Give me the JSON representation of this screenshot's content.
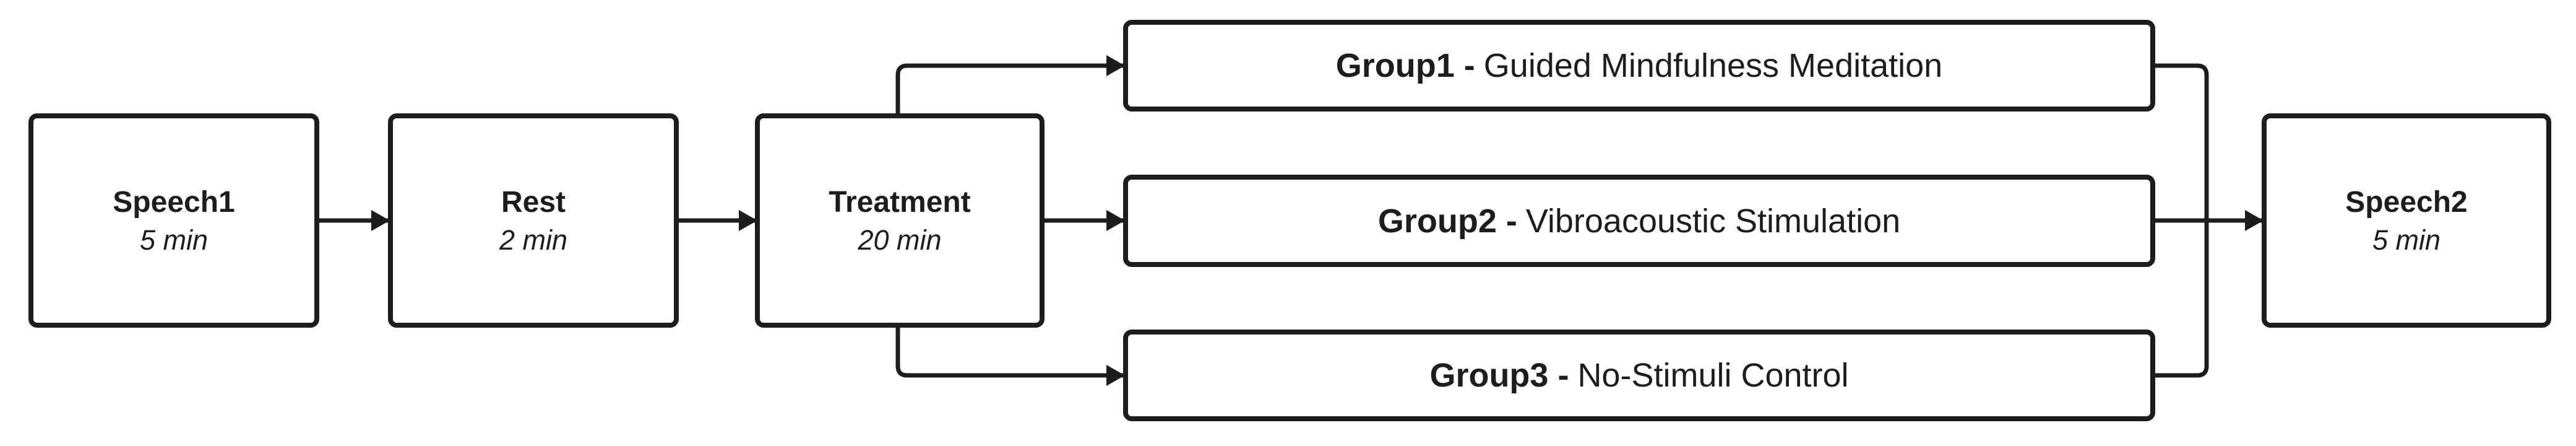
{
  "diagram": {
    "colors": {
      "stroke": "#1d1d1d",
      "background": "#ffffff",
      "text": "#1d1d1d"
    },
    "nodes": {
      "speech1": {
        "label": "Speech1",
        "duration": "5 min"
      },
      "rest": {
        "label": "Rest",
        "duration": "2 min"
      },
      "treatment": {
        "label": "Treatment",
        "duration": "20 min"
      },
      "group1": {
        "label": "Group1 -",
        "description": "Guided Mindfulness Meditation"
      },
      "group2": {
        "label": "Group2 -",
        "description": "Vibroacoustic Stimulation"
      },
      "group3": {
        "label": "Group3 -",
        "description": "No-Stimuli Control"
      },
      "speech2": {
        "label": "Speech2",
        "duration": "5 min"
      }
    }
  }
}
